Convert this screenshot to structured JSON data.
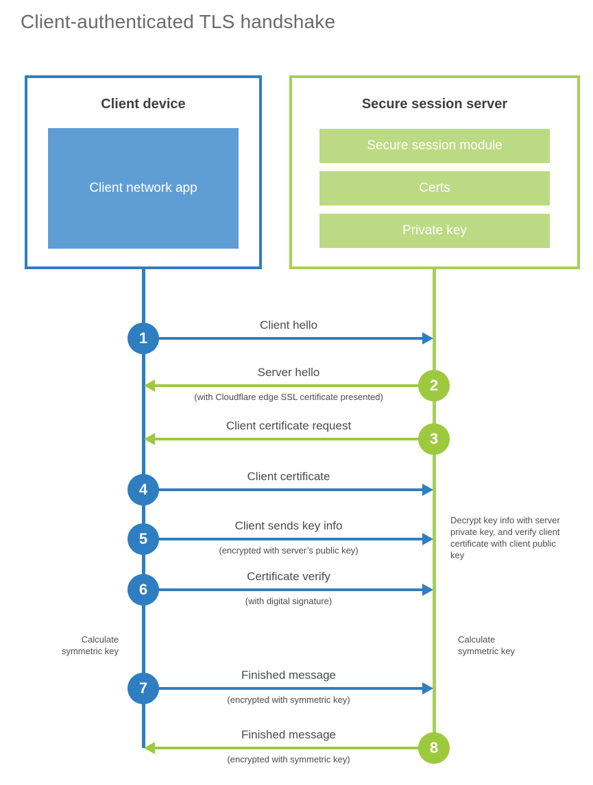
{
  "title": "Client-authenticated TLS handshake",
  "client_box": {
    "title": "Client device",
    "app_label": "Client network app"
  },
  "server_box": {
    "title": "Secure session server",
    "modules": [
      "Secure session module",
      "Certs",
      "Private key"
    ]
  },
  "steps": [
    {
      "num": "1",
      "from": "client",
      "dir": "right",
      "label": "Client hello",
      "sub": ""
    },
    {
      "num": "2",
      "from": "server",
      "dir": "left",
      "label": "Server hello",
      "sub": "(with Cloudflare edge SSL certificate presented)"
    },
    {
      "num": "3",
      "from": "server",
      "dir": "left",
      "label": "Client certificate request",
      "sub": ""
    },
    {
      "num": "4",
      "from": "client",
      "dir": "right",
      "label": "Client certificate",
      "sub": ""
    },
    {
      "num": "5",
      "from": "client",
      "dir": "right",
      "label": "Client sends key info",
      "sub": "(encrypted with server’s public key)"
    },
    {
      "num": "6",
      "from": "client",
      "dir": "right",
      "label": "Certificate verify",
      "sub": "(with digital signature)"
    },
    {
      "num": "7",
      "from": "client",
      "dir": "right",
      "label": "Finished message",
      "sub": "(encrypted with symmetric key)"
    },
    {
      "num": "8",
      "from": "server",
      "dir": "left",
      "label": "Finished message",
      "sub": "(encrypted with symmetric key)"
    }
  ],
  "annotations": {
    "calc_left": "Calculate symmetric key",
    "calc_right": "Calculate symmetric key",
    "decrypt_note": "Decrypt key info with server private key, and verify client certificate with client public key"
  },
  "colors": {
    "blue": "#2e7ec1",
    "blue_fill": "#5f9dd5",
    "green": "#9dc93f",
    "green_border": "#a6cf58",
    "green_fill": "#bcd983",
    "text_dark": "#404040",
    "text_gray": "#4a4a4a",
    "title_gray": "#696969"
  }
}
